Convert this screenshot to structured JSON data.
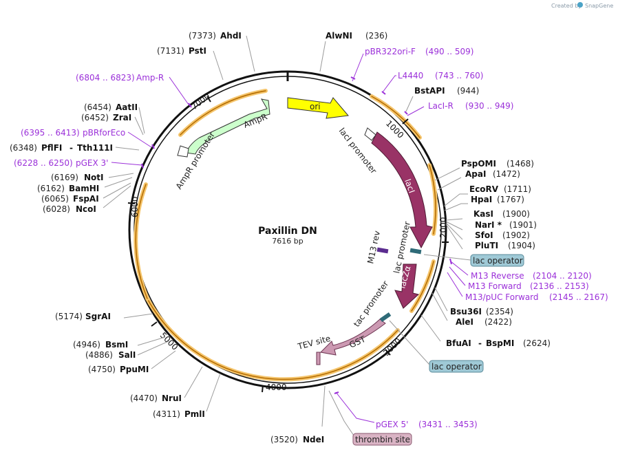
{
  "credit": {
    "prefix": "Created by",
    "brand": "SnapGene"
  },
  "plasmid": {
    "name": "Paxillin DN",
    "length_label": "7616 bp"
  },
  "ticks": [
    "1000",
    "2000",
    "3000",
    "4000",
    "5000",
    "6000",
    "7000"
  ],
  "features": {
    "ori": "ori",
    "ampr": "AmpR",
    "ampr_promoter": "AmpR promoter",
    "laci_promoter": "lacI promoter",
    "laci": "lacI",
    "m13rev": "M13 rev",
    "lac_promoter": "lac promoter",
    "laczalpha": "lacZα",
    "tac_promoter": "tac promoter",
    "gst": "GST",
    "tev": "TEV site",
    "lac_operator_1": "lac operator",
    "lac_operator_2": "lac operator",
    "thrombin": "thrombin site"
  },
  "enzymes": {
    "alwni": {
      "name": "AlwNI",
      "pos": "(236)"
    },
    "bstapi": {
      "name": "BstAPI",
      "pos": "(944)"
    },
    "pspomi": {
      "name": "PspOMI",
      "pos": "(1468)"
    },
    "apai": {
      "name": "ApaI",
      "pos": "(1472)"
    },
    "ecorv": {
      "name": "EcoRV",
      "pos": "(1711)"
    },
    "hpai": {
      "name": "HpaI",
      "pos": "(1767)"
    },
    "kasi": {
      "name": "KasI",
      "pos": "(1900)"
    },
    "nari": {
      "name": "NarI *",
      "pos": "(1901)"
    },
    "sfoi": {
      "name": "SfoI",
      "pos": "(1902)"
    },
    "pluti": {
      "name": "PluTI",
      "pos": "(1904)"
    },
    "bsu36i": {
      "name": "Bsu36I",
      "pos": "(2354)"
    },
    "alei": {
      "name": "AleI",
      "pos": "(2422)"
    },
    "bfuai": {
      "name": "BfuAI",
      "sep": "-",
      "name2": "BspMI",
      "pos": "(2624)"
    },
    "ndei": {
      "name": "NdeI",
      "pos": "(3520)"
    },
    "pmli": {
      "name": "PmlI",
      "pos": "(4311)"
    },
    "nrui": {
      "name": "NruI",
      "pos": "(4470)"
    },
    "ppumi": {
      "name": "PpuMI",
      "pos": "(4750)"
    },
    "sali": {
      "name": "SalI",
      "pos": "(4886)"
    },
    "bsmi": {
      "name": "BsmI",
      "pos": "(4946)"
    },
    "sgrai": {
      "name": "SgrAI",
      "pos": "(5174)"
    },
    "ncoi": {
      "name": "NcoI",
      "pos": "(6028)"
    },
    "fspai": {
      "name": "FspAI",
      "pos": "(6065)"
    },
    "bamhi": {
      "name": "BamHI",
      "pos": "(6162)"
    },
    "noti": {
      "name": "NotI",
      "pos": "(6169)"
    },
    "pflfi": {
      "name": "PflFI",
      "sep": "-",
      "name2": "Tth111I",
      "pos": "(6348)"
    },
    "zrai": {
      "name": "ZraI",
      "pos": "(6452)"
    },
    "aatii": {
      "name": "AatII",
      "pos": "(6454)"
    },
    "psti": {
      "name": "PstI",
      "pos": "(7131)"
    },
    "ahdi": {
      "name": "AhdI",
      "pos": "(7373)"
    }
  },
  "primers": {
    "pbr322ori": {
      "name": "pBR322ori-F",
      "range": "(490 .. 509)"
    },
    "l4440": {
      "name": "L4440",
      "range": "(743 .. 760)"
    },
    "lacir": {
      "name": "LacI-R",
      "range": "(930 .. 949)"
    },
    "m13reverse": {
      "name": "M13 Reverse",
      "range": "(2104 .. 2120)"
    },
    "m13forward": {
      "name": "M13 Forward",
      "range": "(2136 .. 2153)"
    },
    "m13puc": {
      "name": "M13/pUC Forward",
      "range": "(2145 .. 2167)"
    },
    "pgex5": {
      "name": "pGEX 5'",
      "range": "(3431 .. 3453)"
    },
    "pgex3": {
      "name": "pGEX 3'",
      "range": "(6228 .. 6250)"
    },
    "pbrforeco": {
      "name": "pBRforEco",
      "range": "(6395 .. 6413)"
    },
    "ampr": {
      "name": "Amp-R",
      "range": "(6804 .. 6823)"
    }
  },
  "colors": {
    "backbone": "#111111",
    "orf_orange": "#f5c56c",
    "ori": "#ffff00",
    "ampr": "#ccffcc",
    "laci": "#993366",
    "gst": "#cc99b2",
    "primer": "#9b30d9",
    "lac_operator": "#9fc9d6",
    "thrombin": "#d9b3c4"
  }
}
